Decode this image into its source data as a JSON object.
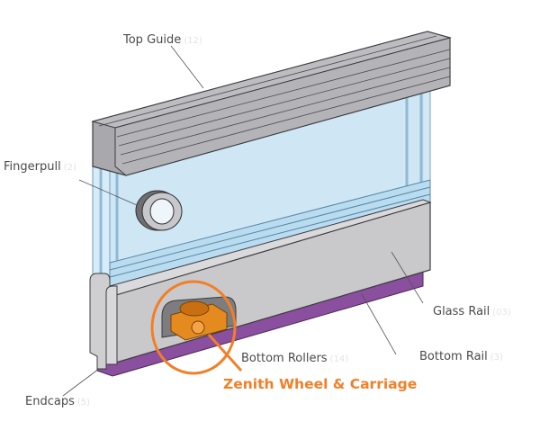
{
  "diagram": {
    "title": "Sliding glass door hardware components",
    "labels": {
      "top_guide": {
        "text": "Top Guide",
        "code": "(12)"
      },
      "fingerpull": {
        "text": "Fingerpull",
        "code": "(2)"
      },
      "glass_rail": {
        "text": "Glass Rail",
        "code": "(03)"
      },
      "bottom_rail": {
        "text": "Bottom Rail",
        "code": "(3)"
      },
      "bottom_rollers": {
        "text": "Bottom Rollers",
        "code": "(14)"
      },
      "endcaps": {
        "text": "Endcaps",
        "code": "(5)"
      }
    },
    "highlight": {
      "text": "Zenith Wheel & Carriage",
      "color": "#f27f27"
    },
    "colors": {
      "glass": "#d7ecf8",
      "glass_edge": "#9fc7e0",
      "aluminium": "#c9c9cb",
      "aluminium_dark": "#8f8f93",
      "bottom_rail": "#8a4f9e",
      "roller": "#e58a1f"
    }
  }
}
